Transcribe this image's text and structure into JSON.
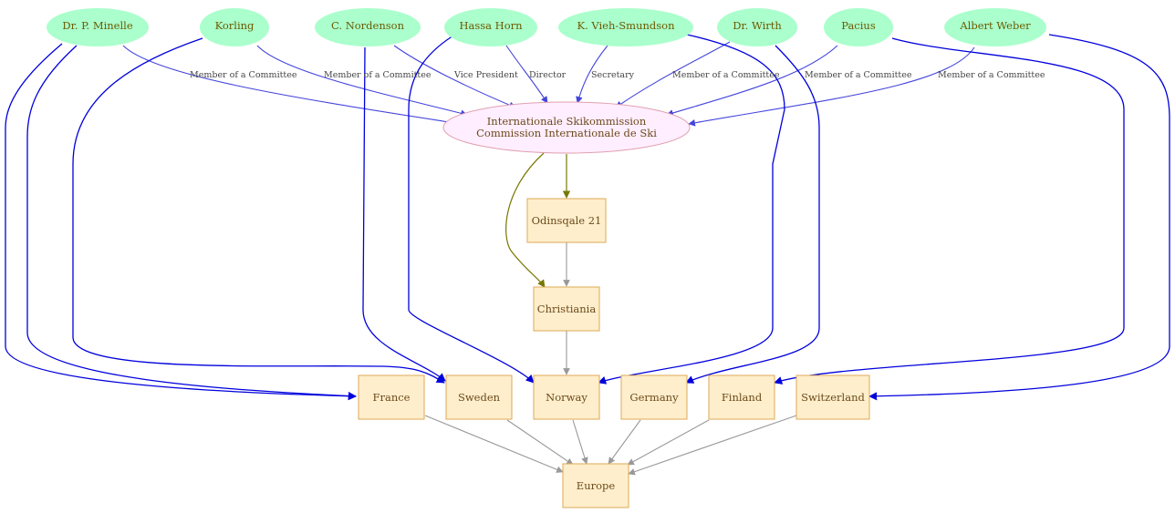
{
  "colors": {
    "person_fill": "#aaffcc",
    "org_fill": "#ffeeff",
    "org_stroke": "#e0a0b0",
    "box_fill": "#ffeecc",
    "box_stroke": "#ddaa55",
    "role_edge": "#4444dd",
    "country_edge": "#0000dd",
    "org_edge": "#777700",
    "gray_edge": "#999999"
  },
  "people": {
    "minelle": "Dr. P. Minelle",
    "korling": "Korling",
    "nordenson": "C. Nordenson",
    "horn": "Hassa Horn",
    "vieh": "K. Vieh-Smundson",
    "wirth": "Dr. Wirth",
    "pacius": "Pacius",
    "weber": "Albert Weber"
  },
  "organization": {
    "line1": "Internationale Skikommission",
    "line2": "Commission Internationale de Ski"
  },
  "places": {
    "address": "Odinsqale 21",
    "city": "Christiania",
    "france": "France",
    "sweden": "Sweden",
    "norway": "Norway",
    "germany": "Germany",
    "finland": "Finland",
    "switzerland": "Switzerland",
    "europe": "Europe"
  },
  "roles": {
    "minelle": "Member of a Committee",
    "korling": "Member of a Committee",
    "nordenson": "Vice President",
    "horn": "Director",
    "vieh": "Secretary",
    "wirth": "Member of a Committee",
    "pacius": "Member of a Committee",
    "weber": "Member of a Committee"
  }
}
